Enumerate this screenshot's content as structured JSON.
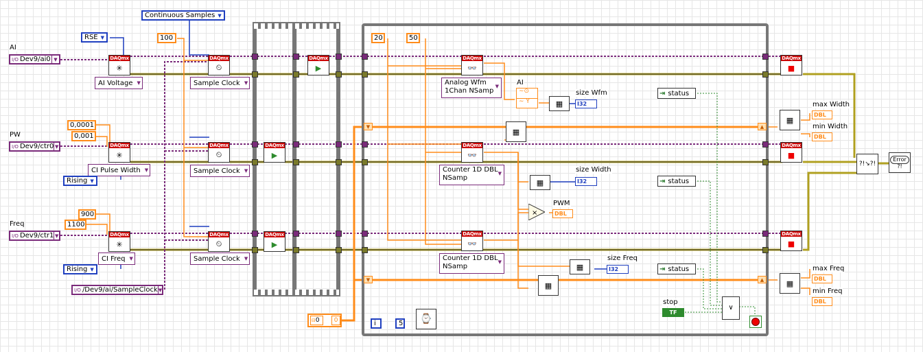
{
  "colors": {
    "dbl_wire": "#ff8c1a",
    "int_wire": "#1f3fbf",
    "resource_wire": "#7a2a7a",
    "error_wire": "#b0a020",
    "bool_wire": "#2e8b2e",
    "structure": "#777777",
    "daqmx_header": "#cc0000"
  },
  "controls": {
    "ai": {
      "label": "AI",
      "value": "Dev9/ai0"
    },
    "pw": {
      "label": "PW",
      "value": "Dev9/ctr0"
    },
    "freq": {
      "label": "Freq",
      "value": "Dev9/ctr1"
    },
    "sample_clock_source": {
      "value": "/Dev9/ai/SampleClock"
    },
    "stop": {
      "label": "stop",
      "value": "TF"
    }
  },
  "constants": {
    "sample_mode": "Continuous Samples",
    "terminal_config": "RSE",
    "samples_per_channel": "100",
    "pw_min": "0,0001",
    "pw_max": "0,001",
    "freq_max": "900",
    "freq_min": "1100",
    "pw_edge": "Rising",
    "freq_edge": "Rising",
    "loop_count": "20",
    "loop_count2": "50",
    "wait_ms": "5",
    "start_zero": "0",
    "start_zero2": "0"
  },
  "ai_type": "AI Voltage",
  "pw_type": "CI Pulse Width",
  "freq_type": "CI Freq",
  "timing": {
    "ai": "Sample Clock",
    "pw": "Sample Clock",
    "freq": "Sample Clock"
  },
  "read": {
    "ai": {
      "line1": "Analog Wfm",
      "line2": "1Chan NSamp"
    },
    "pw": {
      "line1": "Counter 1D DBL",
      "line2": "NSamp"
    },
    "freq": {
      "line1": "Counter 1D DBL",
      "line2": "NSamp"
    }
  },
  "indicators": {
    "ai": {
      "label": "AI"
    },
    "size_wfm": {
      "label": "size Wfm",
      "type": "I32"
    },
    "size_width": {
      "label": "size Width",
      "type": "I32"
    },
    "size_freq": {
      "label": "size Freq",
      "type": "I32"
    },
    "pwm": {
      "label": "PWM",
      "type": "DBL"
    },
    "max_width": {
      "label": "max Width",
      "type": "DBL"
    },
    "min_width": {
      "label": "min Width",
      "type": "DBL"
    },
    "max_freq": {
      "label": "max Freq",
      "type": "DBL"
    },
    "min_freq": {
      "label": "min Freq",
      "type": "DBL"
    }
  },
  "unbundle": {
    "status1": "status",
    "status2": "status",
    "status3": "status"
  },
  "daqmx": "DAQmx",
  "loop": {
    "iteration": "i"
  },
  "error_dialog": "Error"
}
